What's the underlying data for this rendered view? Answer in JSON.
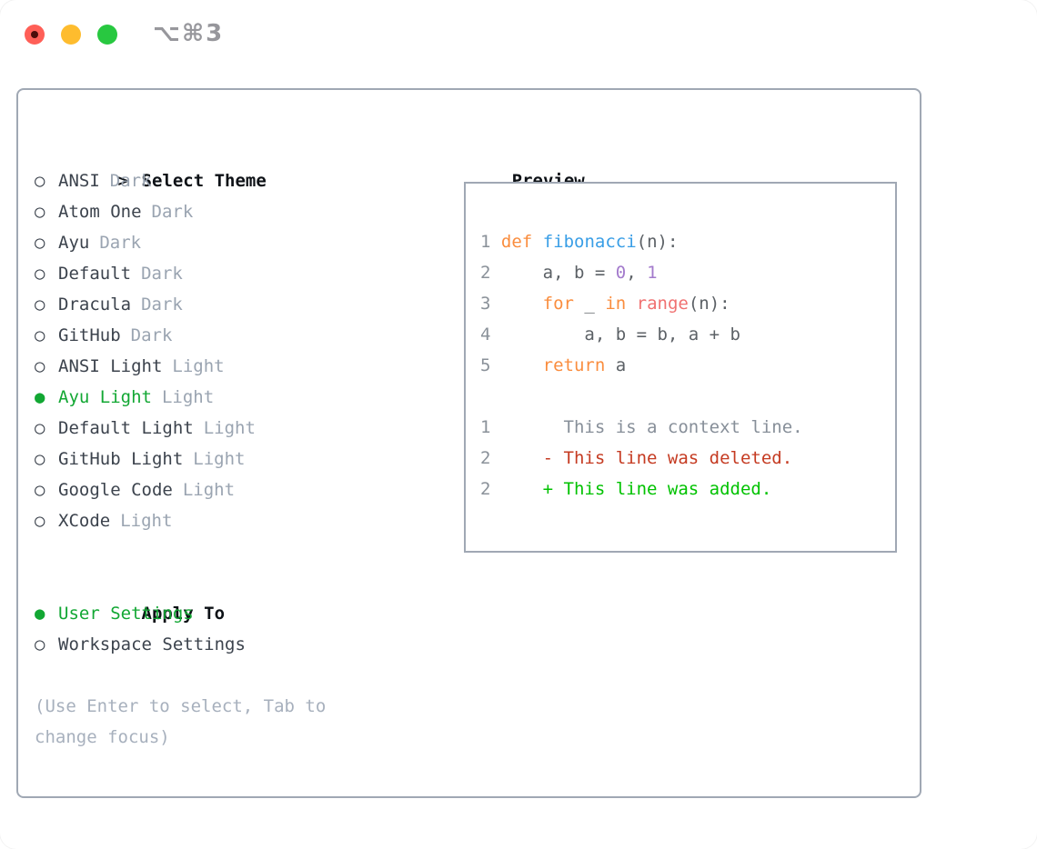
{
  "window": {
    "title": "⌥⌘3"
  },
  "markers": {
    "prompt": ">",
    "selected": "●",
    "unselected": "○"
  },
  "colors": {
    "header": "#0d1116",
    "text_primary": "#3c434d",
    "text_secondary": "#9aa4b1",
    "hint": "#a7b0bd",
    "selection_green": "#12a733",
    "panel_border": "#a0a8b4",
    "titlebar_gray": "#97979c",
    "traffic_red": "#ff5f57",
    "traffic_yellow": "#febc2e",
    "traffic_green": "#28c840",
    "code": {
      "plain": "#5c6166",
      "keyword": "#fa8d3e",
      "function": "#399ee6",
      "number": "#a37acc",
      "call": "#f07171",
      "linenum": "#8a9199",
      "context": "#878f99",
      "deleted": "#c53b22",
      "added": "#00c200"
    }
  },
  "theme_selector": {
    "title": "Select Theme",
    "items": [
      {
        "name": "ANSI",
        "variant": "Dark",
        "selected": false
      },
      {
        "name": "Atom One",
        "variant": "Dark",
        "selected": false
      },
      {
        "name": "Ayu",
        "variant": "Dark",
        "selected": false
      },
      {
        "name": "Default",
        "variant": "Dark",
        "selected": false
      },
      {
        "name": "Dracula",
        "variant": "Dark",
        "selected": false
      },
      {
        "name": "GitHub",
        "variant": "Dark",
        "selected": false
      },
      {
        "name": "ANSI Light",
        "variant": "Light",
        "selected": false
      },
      {
        "name": "Ayu Light",
        "variant": "Light",
        "selected": true
      },
      {
        "name": "Default Light",
        "variant": "Light",
        "selected": false
      },
      {
        "name": "GitHub Light",
        "variant": "Light",
        "selected": false
      },
      {
        "name": "Google Code",
        "variant": "Light",
        "selected": false
      },
      {
        "name": "XCode",
        "variant": "Light",
        "selected": false
      }
    ],
    "apply_to": {
      "title": "Apply To",
      "options": [
        {
          "label": "User Settings",
          "selected": true
        },
        {
          "label": "Workspace Settings",
          "selected": false
        }
      ]
    },
    "hint": [
      "(Use Enter to select, Tab to",
      "change focus)"
    ]
  },
  "preview": {
    "title": "Preview",
    "code_lines": [
      {
        "num": "1",
        "segments": [
          [
            " ",
            "plain"
          ],
          [
            "def",
            "keyword"
          ],
          [
            " ",
            "plain"
          ],
          [
            "fibonacci",
            "function"
          ],
          [
            "(n):",
            "plain"
          ]
        ]
      },
      {
        "num": "2",
        "segments": [
          [
            "     a, b = ",
            "plain"
          ],
          [
            "0",
            "number"
          ],
          [
            ", ",
            "plain"
          ],
          [
            "1",
            "number"
          ]
        ]
      },
      {
        "num": "3",
        "segments": [
          [
            "     ",
            "plain"
          ],
          [
            "for",
            "keyword"
          ],
          [
            " _ ",
            "plain"
          ],
          [
            "in",
            "keyword"
          ],
          [
            " ",
            "plain"
          ],
          [
            "range",
            "call"
          ],
          [
            "(n):",
            "plain"
          ]
        ]
      },
      {
        "num": "4",
        "segments": [
          [
            "         a, b = b, a + b",
            "plain"
          ]
        ]
      },
      {
        "num": "5",
        "segments": [
          [
            "     ",
            "plain"
          ],
          [
            "return",
            "keyword"
          ],
          [
            " a",
            "plain"
          ]
        ]
      },
      {
        "num": "",
        "segments": []
      },
      {
        "num": "1",
        "segments": [
          [
            "       This is a context line.",
            "context"
          ]
        ]
      },
      {
        "num": "2",
        "segments": [
          [
            "     - This line was deleted.",
            "deleted"
          ]
        ]
      },
      {
        "num": "2",
        "segments": [
          [
            "     + This line was added.",
            "added"
          ]
        ]
      }
    ]
  }
}
